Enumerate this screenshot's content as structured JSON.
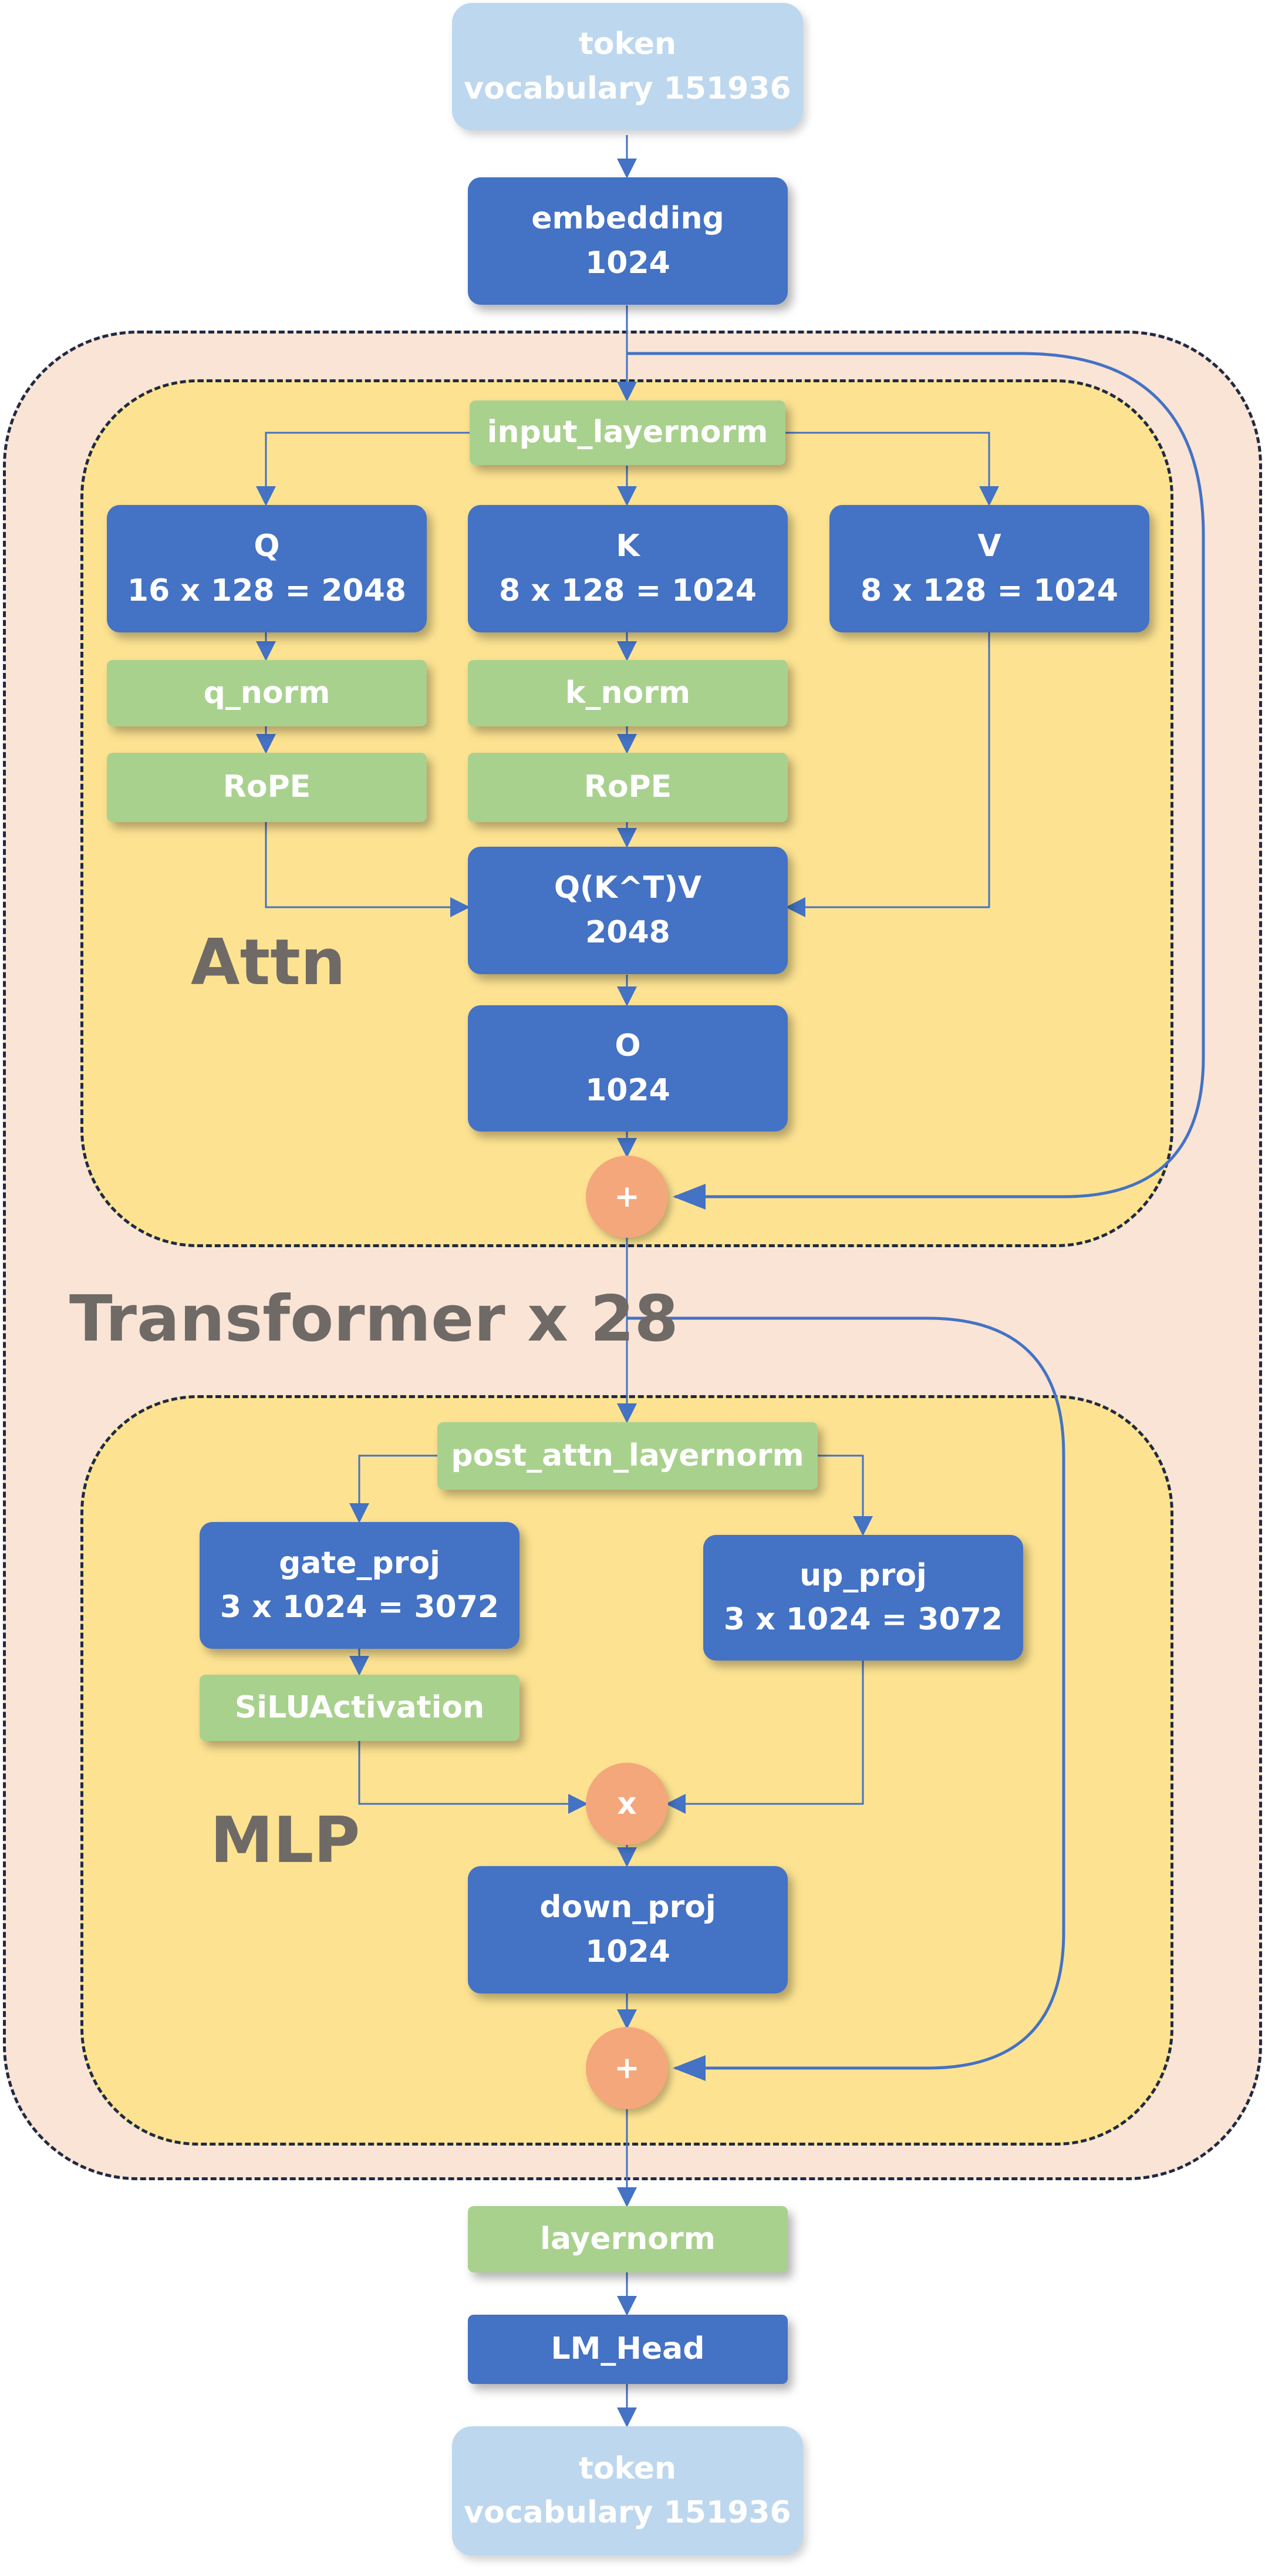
{
  "regions": {
    "transformer_label": "Transformer x 28",
    "attn_label": "Attn",
    "mlp_label": "MLP"
  },
  "nodes": {
    "token_in": {
      "line1": "token",
      "line2": "vocabulary 151936"
    },
    "embedding": {
      "line1": "embedding",
      "line2": "1024"
    },
    "input_layernorm": {
      "line1": "input_layernorm"
    },
    "q": {
      "line1": "Q",
      "line2": "16 x 128 = 2048"
    },
    "k": {
      "line1": "K",
      "line2": "8 x 128 = 1024"
    },
    "v": {
      "line1": "V",
      "line2": "8 x 128 = 1024"
    },
    "q_norm": {
      "line1": "q_norm"
    },
    "k_norm": {
      "line1": "k_norm"
    },
    "q_rope": {
      "line1": "RoPE"
    },
    "k_rope": {
      "line1": "RoPE"
    },
    "qkv": {
      "line1": "Q(K^T)V",
      "line2": "2048"
    },
    "o": {
      "line1": "O",
      "line2": "1024"
    },
    "add_attn": {
      "symbol": "+"
    },
    "post_attn_layernorm": {
      "line1": "post_attn_layernorm"
    },
    "gate_proj": {
      "line1": "gate_proj",
      "line2": "3 x 1024 = 3072"
    },
    "up_proj": {
      "line1": "up_proj",
      "line2": "3 x 1024 = 3072"
    },
    "silu": {
      "line1": "SiLUActivation"
    },
    "mul": {
      "symbol": "x"
    },
    "down_proj": {
      "line1": "down_proj",
      "line2": "1024"
    },
    "add_mlp": {
      "symbol": "+"
    },
    "layernorm": {
      "line1": "layernorm"
    },
    "lm_head": {
      "line1": "LM_Head"
    },
    "token_out": {
      "line1": "token",
      "line2": "vocabulary 151936"
    }
  },
  "colors": {
    "linear": "#4472c4",
    "norm": "#a9d18e",
    "token": "#bdd7ee",
    "operator": "#f4a77a",
    "region_outer": "#f9e4d6",
    "region_inner": "#fde391",
    "label": "#6f6a66",
    "wire": "#4472c4"
  }
}
